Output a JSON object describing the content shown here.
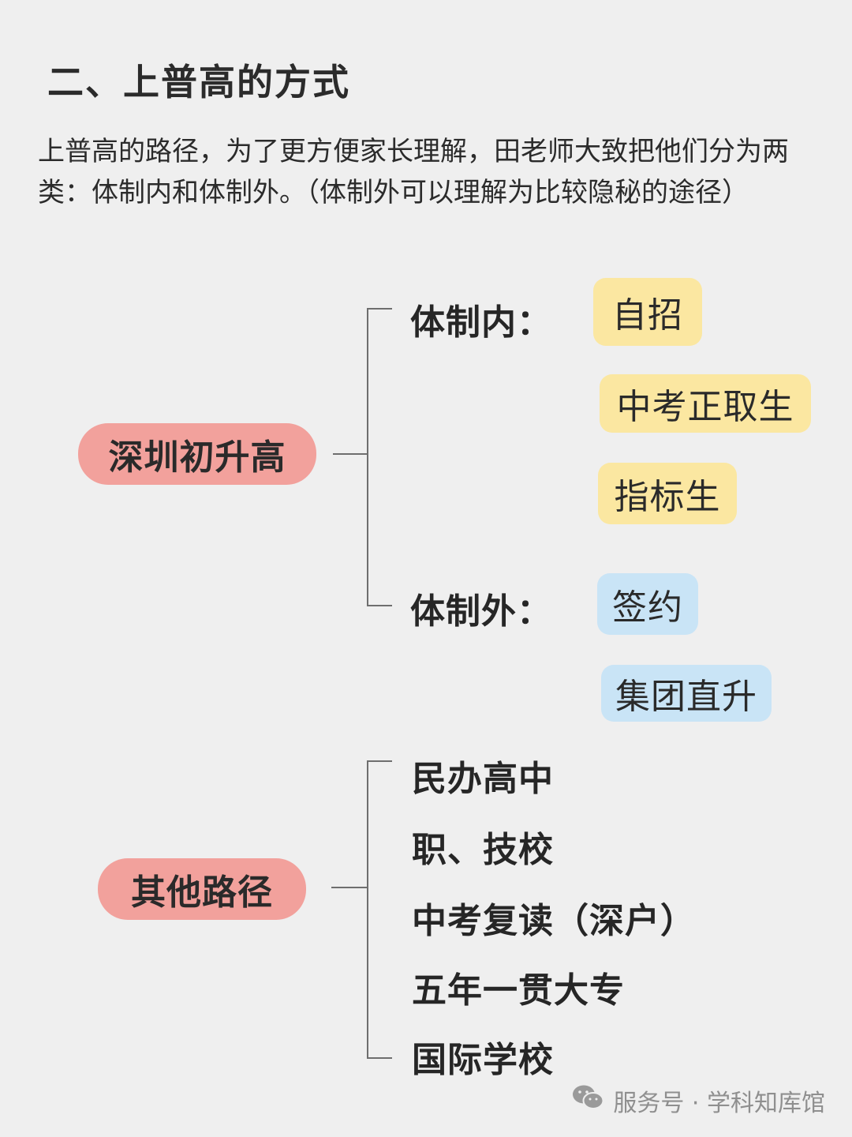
{
  "title": "二、上普高的方式",
  "intro": "上普高的路径，为了更方便家长理解，田老师大致把他们分为两类：体制内和体制外。（体制外可以理解为比较隐秘的途径）",
  "group1": {
    "root": "深圳初升高",
    "branches": [
      {
        "label": "体制内：",
        "items": [
          "自招",
          "中考正取生",
          "指标生"
        ],
        "color": "#fbe7a1"
      },
      {
        "label": "体制外：",
        "items": [
          "签约",
          "集团直升"
        ],
        "color": "#c9e4f6"
      }
    ]
  },
  "group2": {
    "root": "其他路径",
    "items": [
      "民办高中",
      "职、技校",
      "中考复读（深户）",
      "五年一贯大专",
      "国际学校"
    ]
  },
  "footer": {
    "icon": "wechat-icon",
    "text": "服务号 · 学科知库馆"
  }
}
